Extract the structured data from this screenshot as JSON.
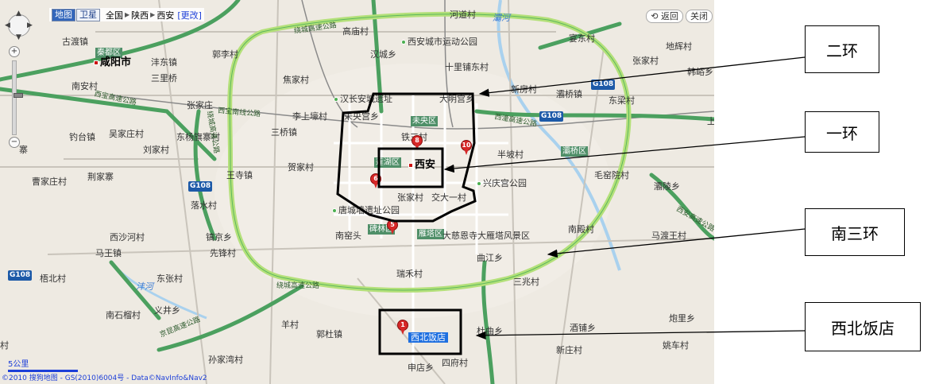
{
  "map": {
    "tabs": {
      "map": "地图",
      "satellite": "卫星"
    },
    "breadcrumb": {
      "country": "全国",
      "province": "陕西",
      "city": "西安"
    },
    "change_link": "[更改]",
    "top_right": {
      "back": "返回",
      "close": "关闭"
    },
    "scale_label": "5公里",
    "copyright": "©2010 搜狗地图 - GS(2010)6004号 - Data©NavInfo&Nav2",
    "labels": [
      {
        "t": "高庙村"
      },
      {
        "t": "河道村"
      },
      {
        "t": "灞河"
      },
      {
        "t": "宴东村"
      },
      {
        "t": "地辉村"
      },
      {
        "t": "古渡镇"
      },
      {
        "t": "绕城高速公路"
      },
      {
        "t": "郭李村"
      },
      {
        "t": "西安城市运动公园"
      },
      {
        "t": "张家村"
      },
      {
        "t": "秦都区"
      },
      {
        "t": "汉城乡"
      },
      {
        "t": "韩峪乡"
      },
      {
        "t": "咸阳市"
      },
      {
        "t": "沣东镇"
      },
      {
        "t": "十里铺东村"
      },
      {
        "t": "南安村"
      },
      {
        "t": "三里桥"
      },
      {
        "t": "焦家村"
      },
      {
        "t": "新房村"
      },
      {
        "t": "西宝高速公路"
      },
      {
        "t": "汉长安城遗址"
      },
      {
        "t": "大明宫乡"
      },
      {
        "t": "灞桥镇"
      },
      {
        "t": "东梁村"
      },
      {
        "t": "张家庄"
      },
      {
        "t": "西宝南线公路"
      },
      {
        "t": "李上壕村"
      },
      {
        "t": "未央宫乡"
      },
      {
        "t": "西潼高速公路"
      },
      {
        "t": "吴家庄村"
      },
      {
        "t": "钓台镇"
      },
      {
        "t": "东杨旗寨村"
      },
      {
        "t": "三桥镇"
      },
      {
        "t": "未央区"
      },
      {
        "t": "铁三村"
      },
      {
        "t": "刘家村"
      },
      {
        "t": "半坡村"
      },
      {
        "t": "灞桥区"
      },
      {
        "t": "绕城高速公路"
      },
      {
        "t": "曹家庄村"
      },
      {
        "t": "荆家寨"
      },
      {
        "t": "王寺镇"
      },
      {
        "t": "贺家村"
      },
      {
        "t": "莲湖区"
      },
      {
        "t": "西安"
      },
      {
        "t": "毛窑院村"
      },
      {
        "t": "兴庆宫公园"
      },
      {
        "t": "灞陵乡"
      },
      {
        "t": "张家村"
      },
      {
        "t": "交大一村"
      },
      {
        "t": "落水村"
      },
      {
        "t": "唐城墙遗址公园"
      },
      {
        "t": "碑林区"
      },
      {
        "t": "雁塔区"
      },
      {
        "t": "大慈恩寺大雁塔风景区"
      },
      {
        "t": "南窑头"
      },
      {
        "t": "马渡王村"
      },
      {
        "t": "镐京乡"
      },
      {
        "t": "西沙河村"
      },
      {
        "t": "先锋村"
      },
      {
        "t": "马王镇"
      },
      {
        "t": "曲江乡"
      },
      {
        "t": "南殿村"
      },
      {
        "t": "西安高速公路"
      },
      {
        "t": "梧北村"
      },
      {
        "t": "东张村"
      },
      {
        "t": "瑞禾村"
      },
      {
        "t": "三兆村"
      },
      {
        "t": "沣河"
      },
      {
        "t": "绕城高速公路"
      },
      {
        "t": "义井乡"
      },
      {
        "t": "南石榴村"
      },
      {
        "t": "京昆高速公路"
      },
      {
        "t": "羊村"
      },
      {
        "t": "杜曲乡"
      },
      {
        "t": "郭杜镇"
      },
      {
        "t": "酒铺乡"
      },
      {
        "t": "炮里乡"
      },
      {
        "t": "孙家湾村"
      },
      {
        "t": "新庄村"
      },
      {
        "t": "姚车村"
      },
      {
        "t": "申店乡"
      },
      {
        "t": "四府村"
      },
      {
        "t": "村"
      },
      {
        "t": "寨"
      },
      {
        "t": "上"
      }
    ],
    "hwy": [
      "G108",
      "G108",
      "G108",
      "G108"
    ],
    "pins": [
      "8",
      "10",
      "6",
      "5",
      "1"
    ],
    "hotel_tag": "西北饭店"
  },
  "callouts": {
    "ring2": "二环",
    "ring1": "一环",
    "ring3s": "南三环",
    "hotel": "西北饭店"
  },
  "colors": {
    "ring_road": "#9ed45a",
    "highway": "#3d9a5a",
    "river": "#8fc3e8",
    "hwy_badge": "#1d5aa8",
    "pin": "#d62828",
    "tag": "#1e6fe0"
  }
}
